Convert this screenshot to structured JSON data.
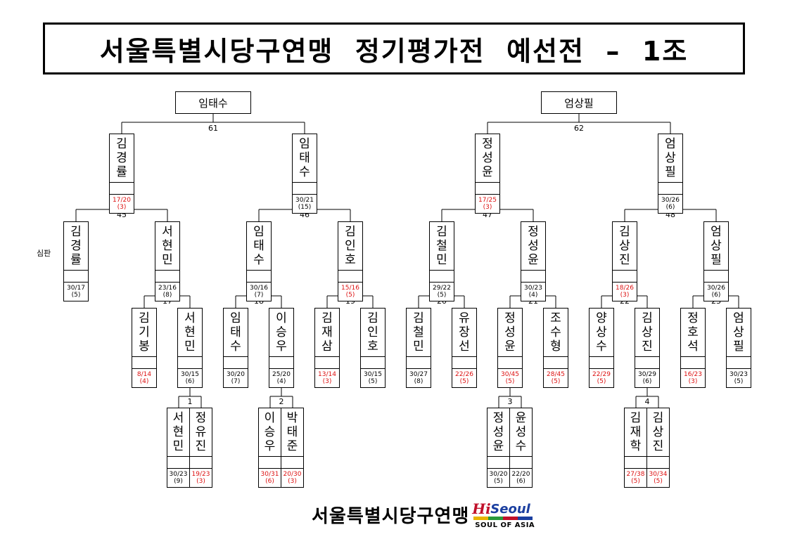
{
  "title": "서울특별시당구연맹  정기평가전  예선전  –  1조",
  "referee_label": "심판",
  "footer": {
    "text": "서울특별시당구연맹",
    "logo_hi": "Hi",
    "logo_seoul": "Seoul",
    "logo_sub": "SOUL OF ASIA"
  },
  "winners": {
    "left": "임태수",
    "right": "엄상필"
  },
  "match_numbers": {
    "m61": "61",
    "m62": "62",
    "m45": "45",
    "m46": "46",
    "m47": "47",
    "m48": "48",
    "m17": "17",
    "m18": "18",
    "m19": "19",
    "m20": "20",
    "m21": "21",
    "m22": "22",
    "m23": "23",
    "m1": "1",
    "m2": "2",
    "m3": "3",
    "m4": "4"
  },
  "players": {
    "r3_kgr": {
      "name": "김경률",
      "score": "17/20",
      "inn": "(3)"
    },
    "r3_lts": {
      "name": "임태수",
      "score": "30/21",
      "inn": "(15)"
    },
    "r3_jsy": {
      "name": "정성윤",
      "score": "17/25",
      "inn": "(3)"
    },
    "r3_esp": {
      "name": "엄상필",
      "score": "30/26",
      "inn": "(6)"
    },
    "r2_kgr": {
      "name": "김경률",
      "score": "30/17",
      "inn": "(5)"
    },
    "r2_shm": {
      "name": "서현민",
      "score": "23/16",
      "inn": "(8)"
    },
    "r2_lts": {
      "name": "임태수",
      "score": "30/16",
      "inn": "(7)"
    },
    "r2_kih": {
      "name": "김인호",
      "score": "15/16",
      "inn": "(5)"
    },
    "r2_kcm": {
      "name": "김철민",
      "score": "29/22",
      "inn": "(5)"
    },
    "r2_jsy": {
      "name": "정성윤",
      "score": "30/23",
      "inn": "(4)"
    },
    "r2_ksj": {
      "name": "김상진",
      "score": "18/26",
      "inn": "(3)"
    },
    "r2_esp": {
      "name": "엄상필",
      "score": "30/26",
      "inn": "(6)"
    },
    "r1_kgb": {
      "name": "김기봉",
      "score": "8/14",
      "inn": "(4)"
    },
    "r1_shm": {
      "name": "서현민",
      "score": "30/15",
      "inn": "(6)"
    },
    "r1_lts": {
      "name": "임태수",
      "score": "30/20",
      "inn": "(7)"
    },
    "r1_lsw": {
      "name": "이승우",
      "score": "25/20",
      "inn": "(4)"
    },
    "r1_kjs": {
      "name": "김재삼",
      "score": "13/14",
      "inn": "(3)"
    },
    "r1_kih": {
      "name": "김인호",
      "score": "30/15",
      "inn": "(5)"
    },
    "r1_kcm": {
      "name": "김철민",
      "score": "30/27",
      "inn": "(8)"
    },
    "r1_yjs": {
      "name": "유장선",
      "score": "22/26",
      "inn": "(5)"
    },
    "r1_jsy": {
      "name": "정성윤",
      "score": "30/45",
      "inn": "(5)"
    },
    "r1_jsh": {
      "name": "조수형",
      "score": "28/45",
      "inn": "(5)"
    },
    "r1_yss": {
      "name": "양상수",
      "score": "22/29",
      "inn": "(5)"
    },
    "r1_ksj": {
      "name": "김상진",
      "score": "30/29",
      "inn": "(6)"
    },
    "r1_jhs": {
      "name": "정호석",
      "score": "16/23",
      "inn": "(3)"
    },
    "r1_esp": {
      "name": "엄상필",
      "score": "30/23",
      "inn": "(5)"
    },
    "r0_shm": {
      "name": "서현민",
      "score": "30/23",
      "inn": "(9)"
    },
    "r0_jyj": {
      "name": "정유진",
      "score": "19/23",
      "inn": "(3)"
    },
    "r0_lsw": {
      "name": "이승우",
      "score": "30/31",
      "inn": "(6)"
    },
    "r0_ptj": {
      "name": "박태준",
      "score": "20/30",
      "inn": "(3)"
    },
    "r0_jsy": {
      "name": "정성윤",
      "score": "30/20",
      "inn": "(5)"
    },
    "r0_yss": {
      "name": "윤성수",
      "score": "22/20",
      "inn": "(6)"
    },
    "r0_kjh": {
      "name": "김재학",
      "score": "27/38",
      "inn": "(5)"
    },
    "r0_ksj": {
      "name": "김상진",
      "score": "30/34",
      "inn": "(5)"
    }
  }
}
